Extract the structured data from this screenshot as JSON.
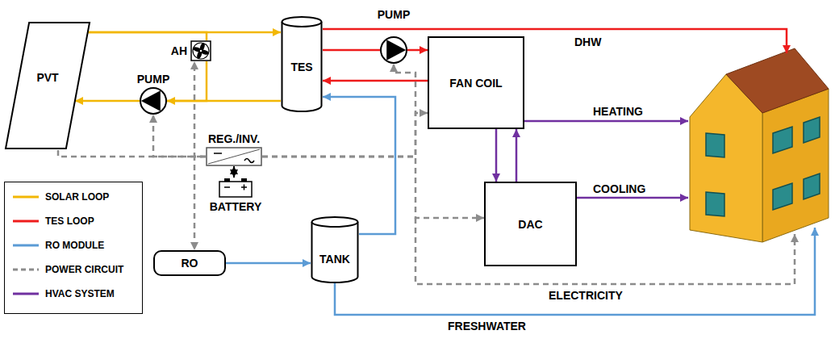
{
  "diagram": {
    "nodes": [
      {
        "text": [
          "PVT"
        ]
      },
      {
        "text": [
          "PUMP"
        ]
      },
      {
        "text": [
          "AH"
        ]
      },
      {
        "text": [
          "TES"
        ]
      },
      {
        "text": [
          "PUMP"
        ]
      },
      {
        "text": [
          "FAN COIL"
        ]
      },
      {
        "text": [
          "REG./INV."
        ]
      },
      {
        "text": [
          "BATTERY"
        ]
      },
      {
        "text": [
          "DAC"
        ]
      },
      {
        "text": [
          "RO"
        ]
      },
      {
        "text": [
          "TANK"
        ]
      }
    ],
    "edges": [
      {
        "from": 0,
        "to": 3,
        "arrow": "to"
      },
      {
        "from": 0,
        "to": 2,
        "arrow": "none"
      },
      {
        "from": 2,
        "to": 1,
        "arrow": "to"
      },
      {
        "from": 3,
        "to": 1,
        "arrow": "none"
      },
      {
        "from": 1,
        "to": 0,
        "arrow": "to"
      },
      {
        "from": 3,
        "to": 4,
        "arrow": "none"
      },
      {
        "from": 4,
        "to": 5,
        "arrow": "to"
      },
      {
        "from": 5,
        "to": 3,
        "arrow": "to"
      },
      {
        "from": 5,
        "to": 8,
        "arrow": "to"
      },
      {
        "from": 8,
        "to": 5,
        "arrow": "to"
      },
      {
        "from": 9,
        "to": 10,
        "arrow": "to"
      },
      {
        "from": 10,
        "to": 3,
        "arrow": "to"
      },
      {
        "from": 0,
        "to": 6,
        "arrow": "none"
      },
      {
        "from": 6,
        "to": 1,
        "arrow": "to"
      },
      {
        "from": 6,
        "to": 2,
        "arrow": "to"
      },
      {
        "from": 6,
        "to": 9,
        "arrow": "to"
      },
      {
        "from": 6,
        "to": 4,
        "arrow": "to"
      },
      {
        "from": 6,
        "to": 5,
        "arrow": "to"
      },
      {
        "from": 6,
        "to": 8,
        "arrow": "to"
      },
      {
        "from": 6,
        "to": 7,
        "arrow": "both"
      }
    ],
    "labels": [
      "DHW",
      "HEATING",
      "COOLING",
      "ELECTRICITY",
      "FRESHWATER"
    ],
    "legend": [
      {
        "text": "SOLAR LOOP"
      },
      {
        "text": "TES LOOP"
      },
      {
        "text": "RO MODULE"
      },
      {
        "text": "POWER CIRCUIT"
      },
      {
        "text": "HVAC SYSTEM"
      }
    ]
  }
}
